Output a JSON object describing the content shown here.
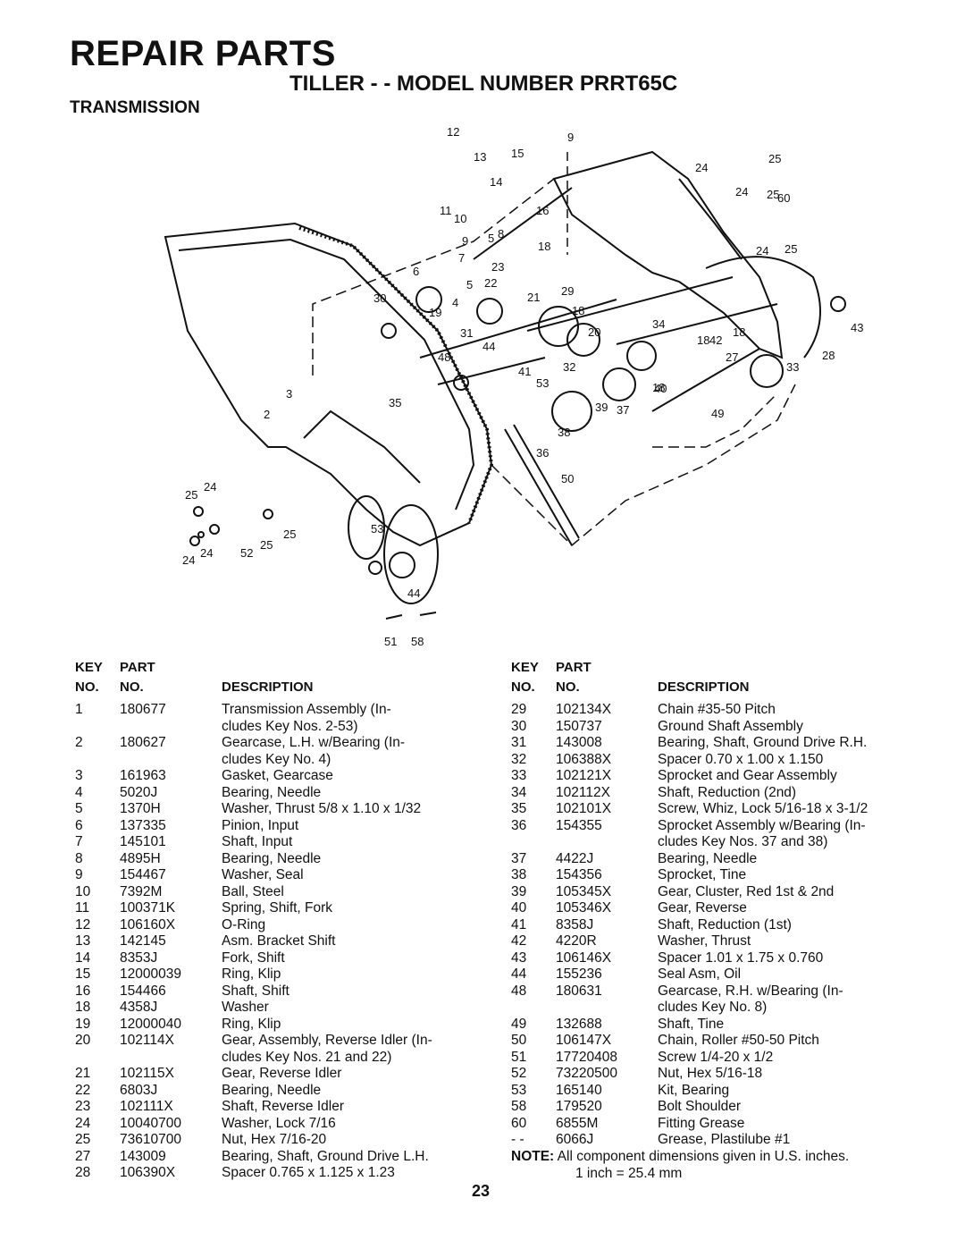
{
  "header": {
    "title": "REPAIR PARTS",
    "model": "TILLER - - MODEL NUMBER PRRT65C",
    "section": "TRANSMISSION"
  },
  "table_headers": {
    "key": "KEY",
    "no": "NO.",
    "part": "PART",
    "part_no": "NO.",
    "description": "DESCRIPTION"
  },
  "parts_left": [
    {
      "key": "1",
      "part": "180677",
      "desc": "Transmission Assembly     (In-"
    },
    {
      "key": "",
      "part": "",
      "desc": "cludes Key Nos. 2-53)"
    },
    {
      "key": "2",
      "part": "180627",
      "desc": "Gearcase, L.H. w/Bearing   (In-"
    },
    {
      "key": "",
      "part": "",
      "desc": "cludes Key No. 4)"
    },
    {
      "key": "3",
      "part": "161963",
      "desc": "Gasket, Gearcase"
    },
    {
      "key": "4",
      "part": "5020J",
      "desc": "Bearing, Needle"
    },
    {
      "key": "5",
      "part": "1370H",
      "desc": "Washer, Thrust  5/8 x 1.10 x 1/32"
    },
    {
      "key": "6",
      "part": "137335",
      "desc": "Pinion, Input"
    },
    {
      "key": "7",
      "part": "145101",
      "desc": "Shaft, Input"
    },
    {
      "key": "8",
      "part": "4895H",
      "desc": "Bearing, Needle"
    },
    {
      "key": "9",
      "part": "154467",
      "desc": "Washer, Seal"
    },
    {
      "key": "10",
      "part": "7392M",
      "desc": "Ball, Steel"
    },
    {
      "key": "11",
      "part": "100371K",
      "desc": "Spring, Shift, Fork"
    },
    {
      "key": "12",
      "part": "106160X",
      "desc": "O-Ring"
    },
    {
      "key": "13",
      "part": "142145",
      "desc": "Asm. Bracket Shift"
    },
    {
      "key": "14",
      "part": "8353J",
      "desc": "Fork, Shift"
    },
    {
      "key": "15",
      "part": "12000039",
      "desc": "Ring, Klip"
    },
    {
      "key": "16",
      "part": "154466",
      "desc": "Shaft, Shift"
    },
    {
      "key": "18",
      "part": "4358J",
      "desc": "Washer"
    },
    {
      "key": "19",
      "part": "12000040",
      "desc": "Ring, Klip"
    },
    {
      "key": "20",
      "part": "102114X",
      "desc": "Gear, Assembly, Reverse Idler (In-"
    },
    {
      "key": "",
      "part": "",
      "desc": "cludes Key Nos. 21 and 22)"
    },
    {
      "key": "21",
      "part": "102115X",
      "desc": "Gear, Reverse Idler"
    },
    {
      "key": "22",
      "part": "6803J",
      "desc": "Bearing, Needle"
    },
    {
      "key": "23",
      "part": "102111X",
      "desc": "Shaft, Reverse Idler"
    },
    {
      "key": "24",
      "part": "10040700",
      "desc": "Washer, Lock  7/16"
    },
    {
      "key": "25",
      "part": "73610700",
      "desc": "Nut, Hex  7/16-20"
    },
    {
      "key": "27",
      "part": "143009",
      "desc": "Bearing, Shaft, Ground Drive L.H."
    },
    {
      "key": "28",
      "part": "106390X",
      "desc": "Spacer  0.765 x 1.125 x 1.23"
    }
  ],
  "parts_right": [
    {
      "key": "29",
      "part": "102134X",
      "desc": "Chain  #35-50 Pitch"
    },
    {
      "key": "30",
      "part": "150737",
      "desc": "Ground Shaft Assembly"
    },
    {
      "key": "31",
      "part": "143008",
      "desc": "Bearing, Shaft, Ground Drive R.H."
    },
    {
      "key": "32",
      "part": "106388X",
      "desc": "Spacer  0.70 x 1.00 x 1.150"
    },
    {
      "key": "33",
      "part": "102121X",
      "desc": "Sprocket and Gear Assembly"
    },
    {
      "key": "34",
      "part": "102112X",
      "desc": "Shaft, Reduction (2nd)"
    },
    {
      "key": "35",
      "part": "102101X",
      "desc": "Screw, Whiz, Lock  5/16-18 x 3-1/2"
    },
    {
      "key": "36",
      "part": "154355",
      "desc": "Sprocket Assembly w/Bearing (In-"
    },
    {
      "key": "",
      "part": "",
      "desc": "cludes Key Nos. 37 and 38)"
    },
    {
      "key": "37",
      "part": "4422J",
      "desc": "Bearing, Needle"
    },
    {
      "key": "38",
      "part": "154356",
      "desc": "Sprocket, Tine"
    },
    {
      "key": "39",
      "part": "105345X",
      "desc": "Gear, Cluster, Red 1st & 2nd"
    },
    {
      "key": "40",
      "part": "105346X",
      "desc": "Gear, Reverse"
    },
    {
      "key": "41",
      "part": "8358J",
      "desc": "Shaft, Reduction (1st)"
    },
    {
      "key": "42",
      "part": "4220R",
      "desc": "Washer, Thrust"
    },
    {
      "key": "43",
      "part": "106146X",
      "desc": "Spacer  1.01 x 1.75 x 0.760"
    },
    {
      "key": "44",
      "part": "155236",
      "desc": "Seal Asm, Oil"
    },
    {
      "key": "48",
      "part": "180631",
      "desc": "Gearcase, R.H. w/Bearing   (In-"
    },
    {
      "key": "",
      "part": "",
      "desc": "cludes Key No. 8)"
    },
    {
      "key": "49",
      "part": "132688",
      "desc": "Shaft, Tine"
    },
    {
      "key": "50",
      "part": "106147X",
      "desc": "Chain, Roller  #50-50 Pitch"
    },
    {
      "key": "51",
      "part": "17720408",
      "desc": "Screw  1/4-20 x 1/2"
    },
    {
      "key": "52",
      "part": "73220500",
      "desc": "Nut, Hex  5/16-18"
    },
    {
      "key": "53",
      "part": "165140",
      "desc": "Kit, Bearing"
    },
    {
      "key": "58",
      "part": "179520",
      "desc": "Bolt Shoulder"
    },
    {
      "key": "60",
      "part": "6855M",
      "desc": "Fitting Grease"
    },
    {
      "key": "- -",
      "part": "6066J",
      "desc": "Grease, Plastilube #1"
    }
  ],
  "note": {
    "label": "NOTE:",
    "text": "All component dimensions given in U.S. inches.",
    "conversion": "1 inch = 25.4 mm"
  },
  "page_number": "23",
  "diagram_callouts": [
    "12",
    "13",
    "15",
    "9",
    "24",
    "25",
    "14",
    "24",
    "25",
    "60",
    "11",
    "10",
    "16",
    "9",
    "5",
    "8",
    "18",
    "24",
    "25",
    "7",
    "23",
    "6",
    "5",
    "22",
    "21",
    "29",
    "30",
    "4",
    "19",
    "18",
    "31",
    "20",
    "34",
    "18",
    "42",
    "18",
    "43",
    "44",
    "28",
    "48",
    "27",
    "41",
    "32",
    "33",
    "53",
    "18",
    "3",
    "35",
    "40",
    "2",
    "37",
    "39",
    "49",
    "38",
    "36",
    "50",
    "24",
    "25",
    "53",
    "24",
    "52",
    "25",
    "25",
    "24",
    "44",
    "51",
    "58"
  ]
}
